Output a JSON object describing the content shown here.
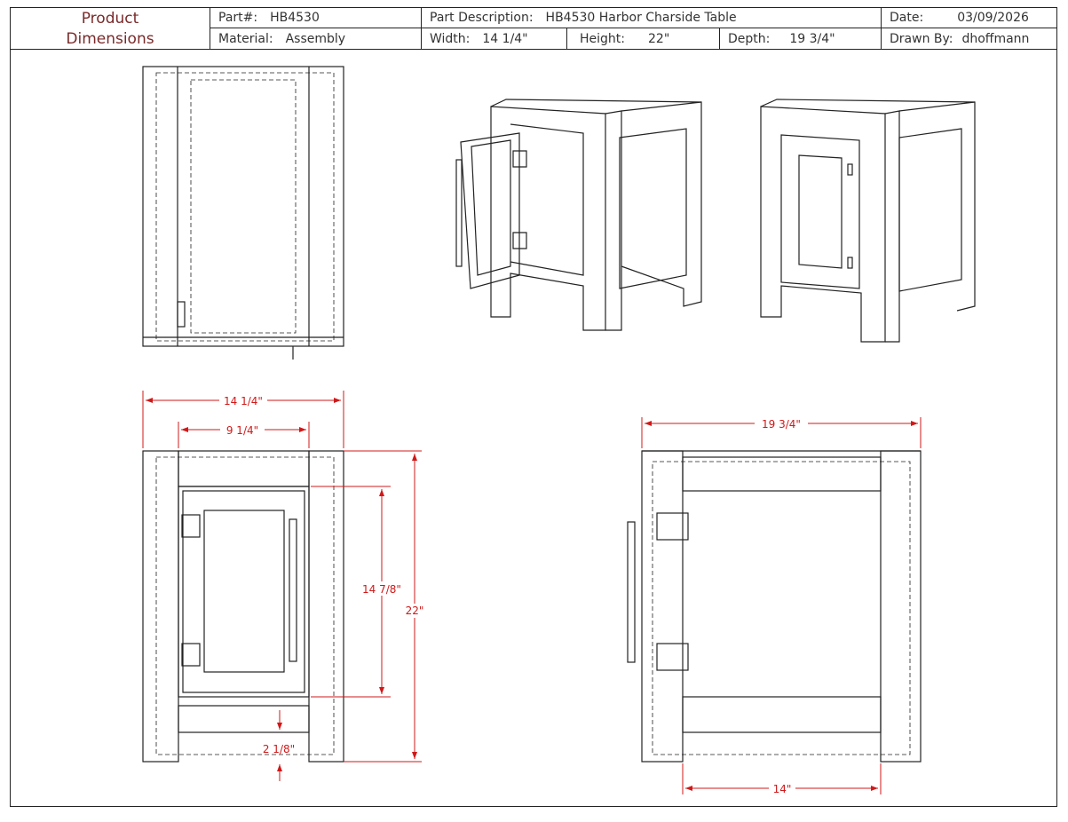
{
  "header": {
    "title_line1": "Product",
    "title_line2": "Dimensions",
    "part_label": "Part#:",
    "part_value": "HB4530",
    "desc_label": "Part Description:",
    "desc_value": "HB4530 Harbor Charside Table",
    "date_label": "Date:",
    "date_value": "03/09/2026",
    "material_label": "Material:",
    "material_value": "Assembly",
    "width_label": "Width:",
    "width_value": "14 1/4\"",
    "height_label": "Height:",
    "height_value": "22\"",
    "depth_label": "Depth:",
    "depth_value": "19 3/4\"",
    "drawn_label": "Drawn By:",
    "drawn_value": "dhoffmann"
  },
  "dimensions": {
    "overall_width": "14 1/4\"",
    "inner_width": "9 1/4\"",
    "door_height": "14 7/8\"",
    "overall_height": "22\"",
    "bottom_offset": "2 1/8\"",
    "overall_depth": "19 3/4\"",
    "inner_depth": "14\""
  },
  "colors": {
    "dimension": "#d01818",
    "line": "#222222"
  }
}
